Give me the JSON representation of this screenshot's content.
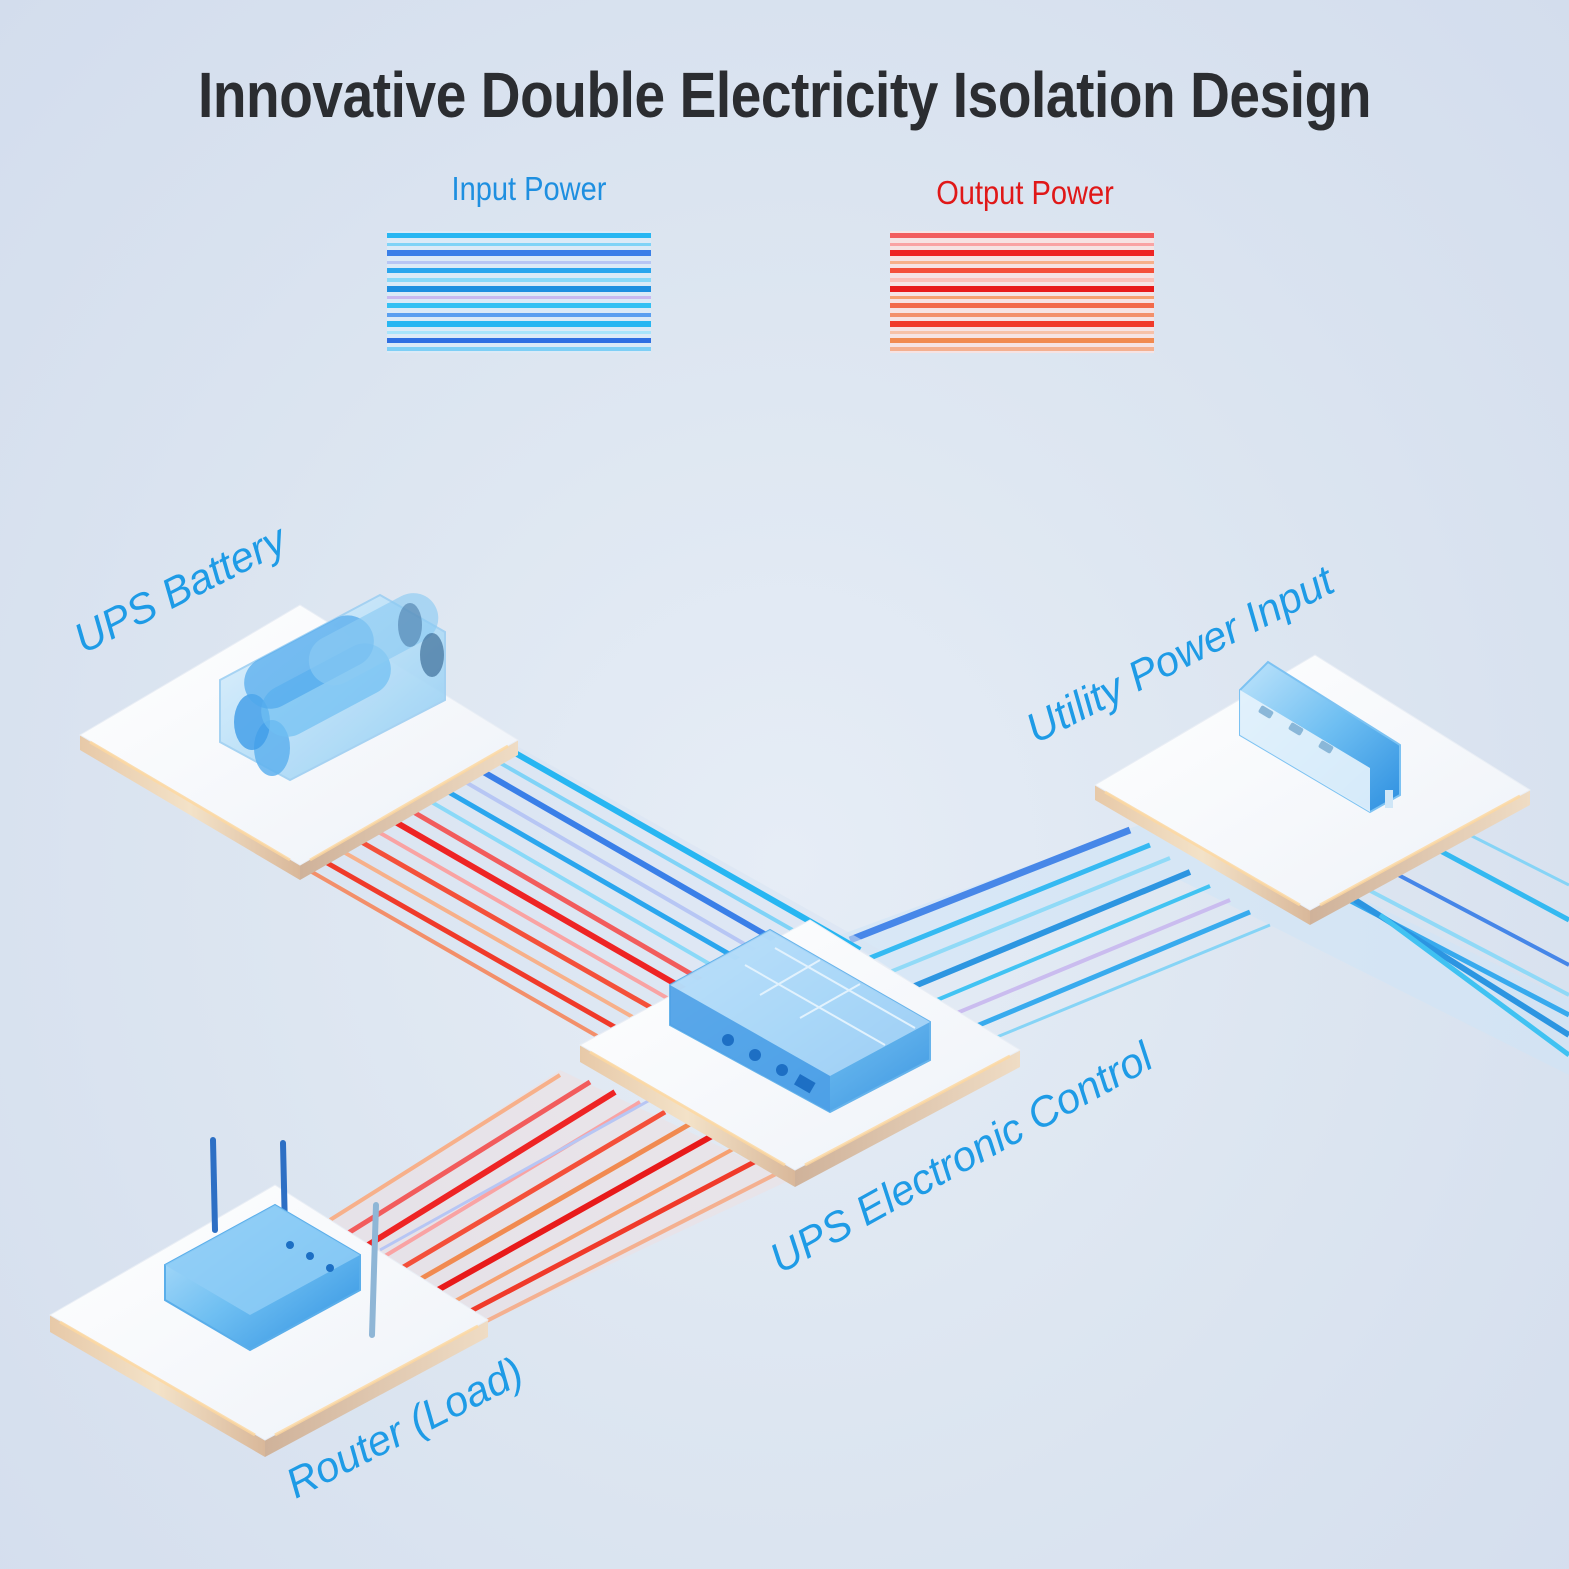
{
  "title": "Innovative Double Electricity Isolation Design",
  "legend": {
    "input": {
      "label": "Input Power",
      "color": "#1e8fe0"
    },
    "output": {
      "label": "Output Power",
      "color": "#e01818"
    }
  },
  "nodes": {
    "battery": {
      "label": "UPS Battery"
    },
    "utility": {
      "label": "Utility Power Input"
    },
    "control": {
      "label": "UPS Electronic Control"
    },
    "router": {
      "label": "Router (Load)"
    }
  },
  "colors": {
    "input_stream": "#21a8f0",
    "output_stream": "#f2402a",
    "label_blue": "#1e9be6",
    "title": "#2b2d31"
  }
}
